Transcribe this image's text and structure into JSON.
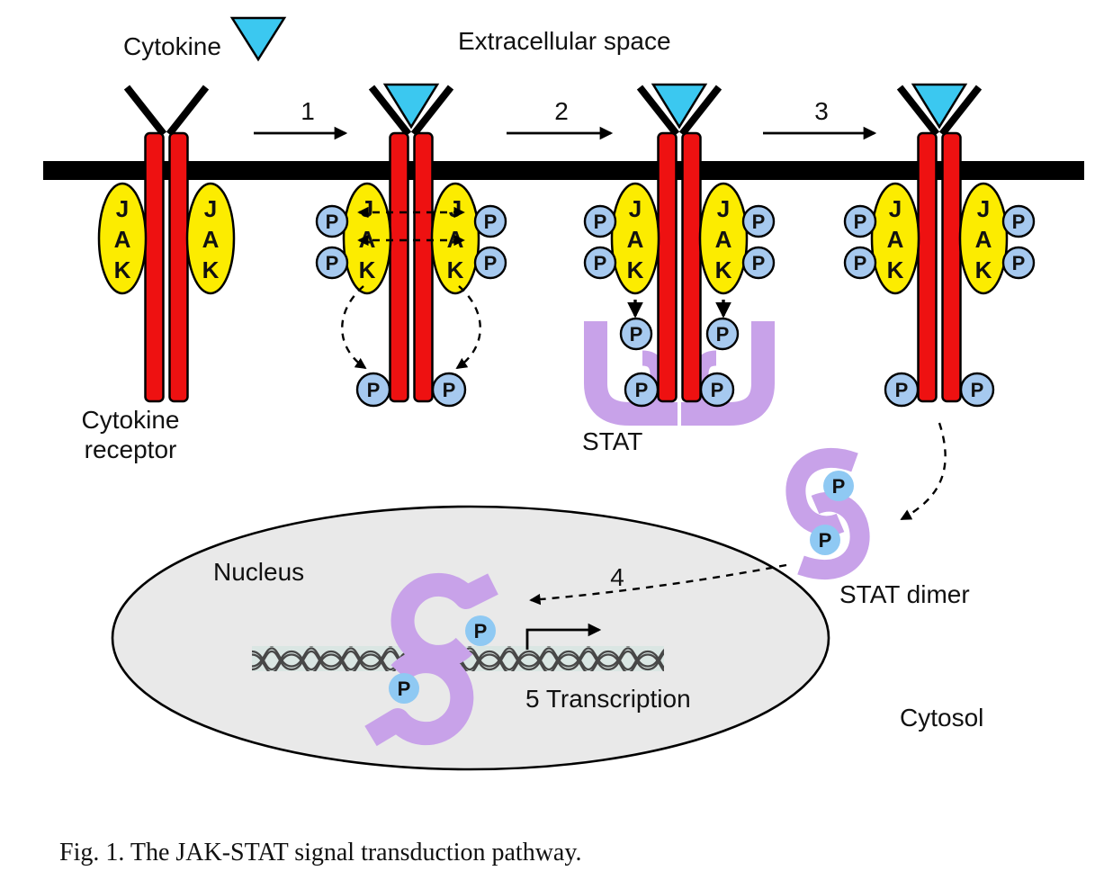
{
  "figure": {
    "caption": "Fig. 1. The JAK-STAT signal transduction pathway."
  },
  "labels": {
    "cytokine": "Cytokine",
    "extracellular_space": "Extracellular space",
    "cytokine_receptor": [
      "Cytokine",
      "receptor"
    ],
    "stat": "STAT",
    "stat_dimer": "STAT dimer",
    "nucleus": "Nucleus",
    "cytosol": "Cytosol",
    "transcription": "5 Transcription",
    "jak": [
      "J",
      "A",
      "K"
    ],
    "phosphate": "P"
  },
  "steps": [
    "1",
    "2",
    "3",
    "4"
  ],
  "colors": {
    "cytokine_cyan": "#3BC8F0",
    "receptor_red": "#EE1111",
    "jak_yellow": "#FCEC00",
    "phosphate_blue": "#A6C9EF",
    "phosphate_soft": "#8FC9F3",
    "stat_purple": "#C8A2E9",
    "nucleus_gray": "#E9E9E9",
    "dna_band": "#DAE6E3",
    "membrane_black": "#000000"
  }
}
